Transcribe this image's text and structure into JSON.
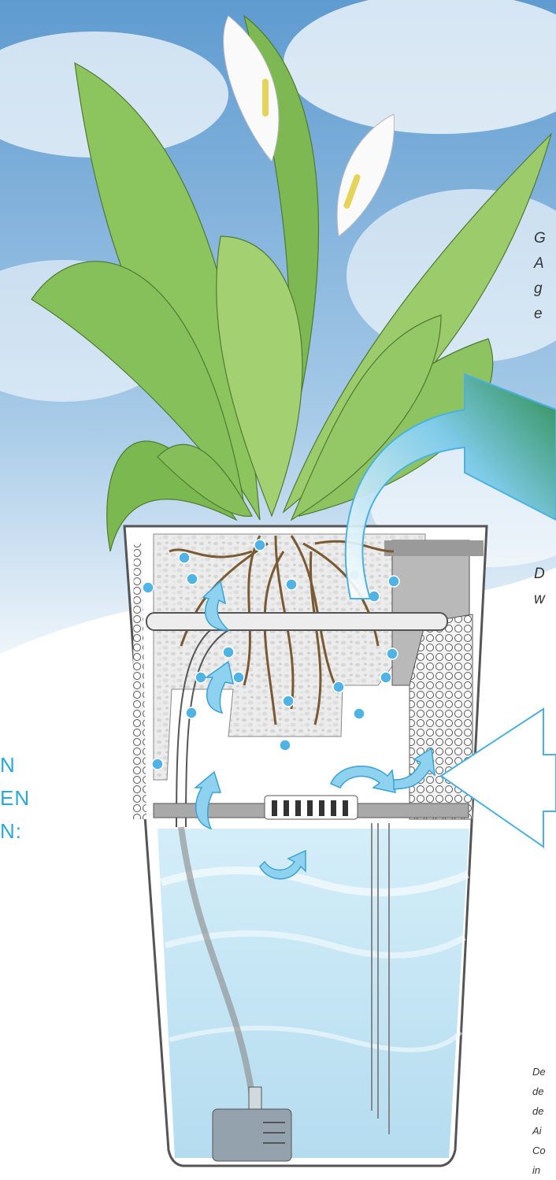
{
  "texts": {
    "right_para_1": [
      "G",
      "A",
      "g",
      "e"
    ],
    "right_para_2": [
      "D",
      "w"
    ],
    "left_heading": [
      "N",
      "EN",
      "N:"
    ],
    "caption": [
      "De",
      "de",
      "de",
      "Ai",
      "Co",
      "in"
    ]
  },
  "colors": {
    "sky": "#6fa9d8",
    "leaf": "#8dc461",
    "leaf_dark": "#5e8f3a",
    "water": "#bfe3f3",
    "arrow": "#5bbfe6",
    "heading": "#29a9d6"
  },
  "icons": [
    "plant",
    "flower",
    "roots",
    "flow-arrow",
    "air-arrow",
    "water-pump",
    "wick-tube"
  ]
}
